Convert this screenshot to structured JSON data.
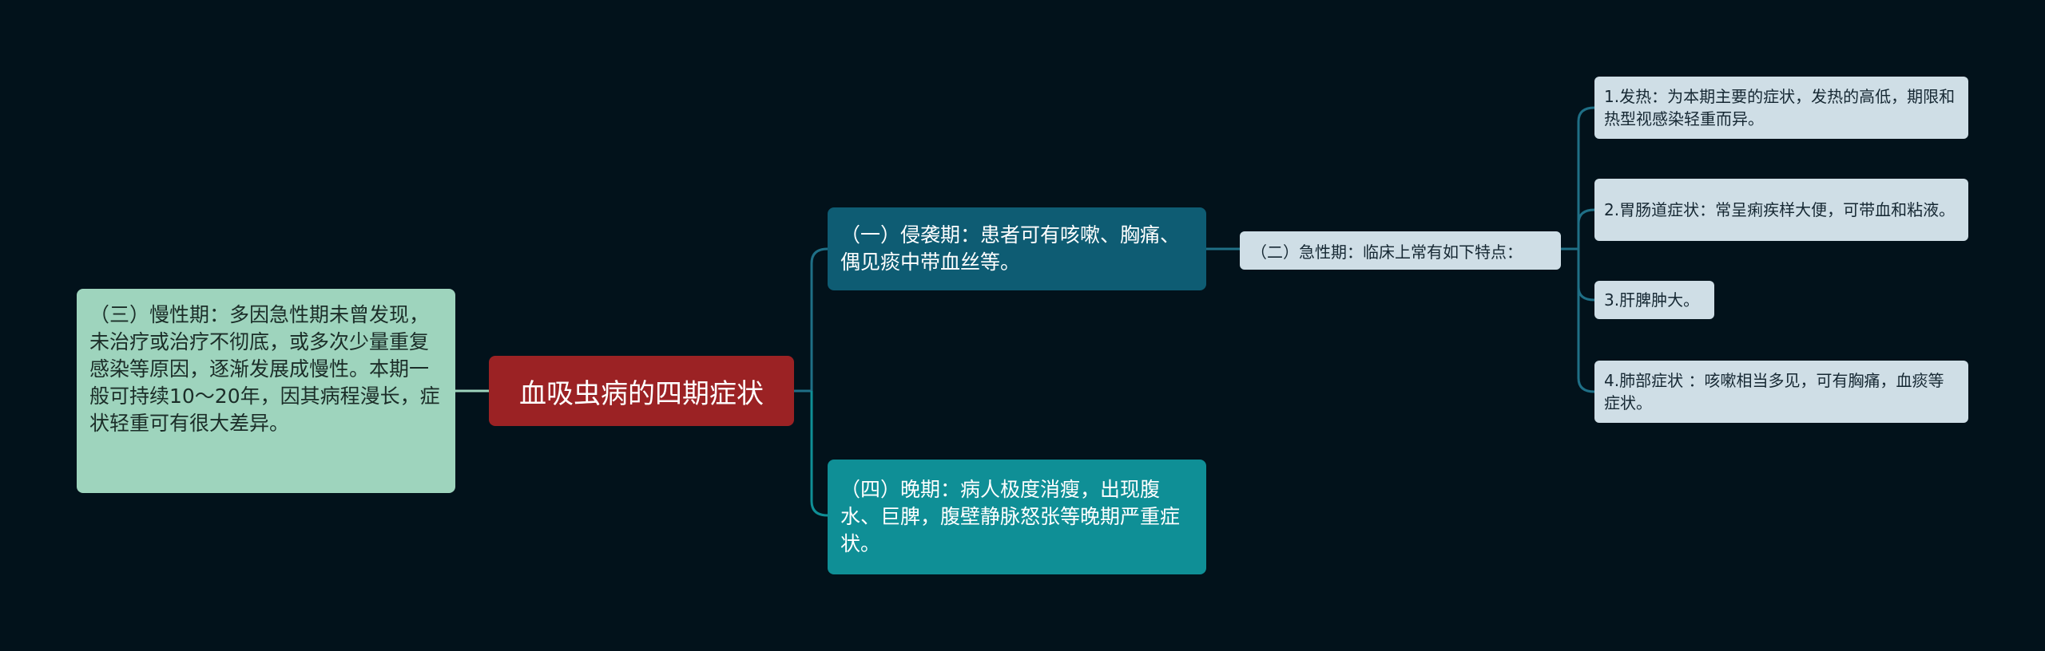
{
  "mindmap": {
    "root": {
      "label": "血吸虫病的四期症状"
    },
    "branches": {
      "invasive": {
        "label": "（一）侵袭期：患者可有咳嗽、胸痛、偶见痰中带血丝等。"
      },
      "acute": {
        "label": "（二）急性期：临床上常有如下特点：",
        "children": [
          {
            "label": "1.发热：为本期主要的症状，发热的高低，期限和热型视感染轻重而异。"
          },
          {
            "label": "2.胃肠道症状：常呈痢疾样大便，可带血和粘液。"
          },
          {
            "label": "3.肝脾肿大。"
          },
          {
            "label": "4.肺部症状 ：咳嗽相当多见，可有胸痛，血痰等症状。"
          }
        ]
      },
      "chronic": {
        "label": "（三）慢性期：多因急性期未曾发现，未治疗或治疗不彻底，或多次少量重复感染等原因，逐渐发展成慢性。本期一般可持续10～20年，因其病程漫长，症状轻重可有很大差异。"
      },
      "late": {
        "label": "（四）晚期：病人极度消瘦，出现腹水、巨脾，腹壁静脉怒张等晚期严重症状。"
      }
    },
    "colors": {
      "background": "#02121b",
      "root": "#9b2224",
      "invasive": "#0e5c73",
      "late": "#0f8f96",
      "chronic": "#9ed4bd",
      "leaf": "#cfdee6",
      "connector": "#1f6f86",
      "connector_chronic": "#9ed4bd"
    }
  }
}
